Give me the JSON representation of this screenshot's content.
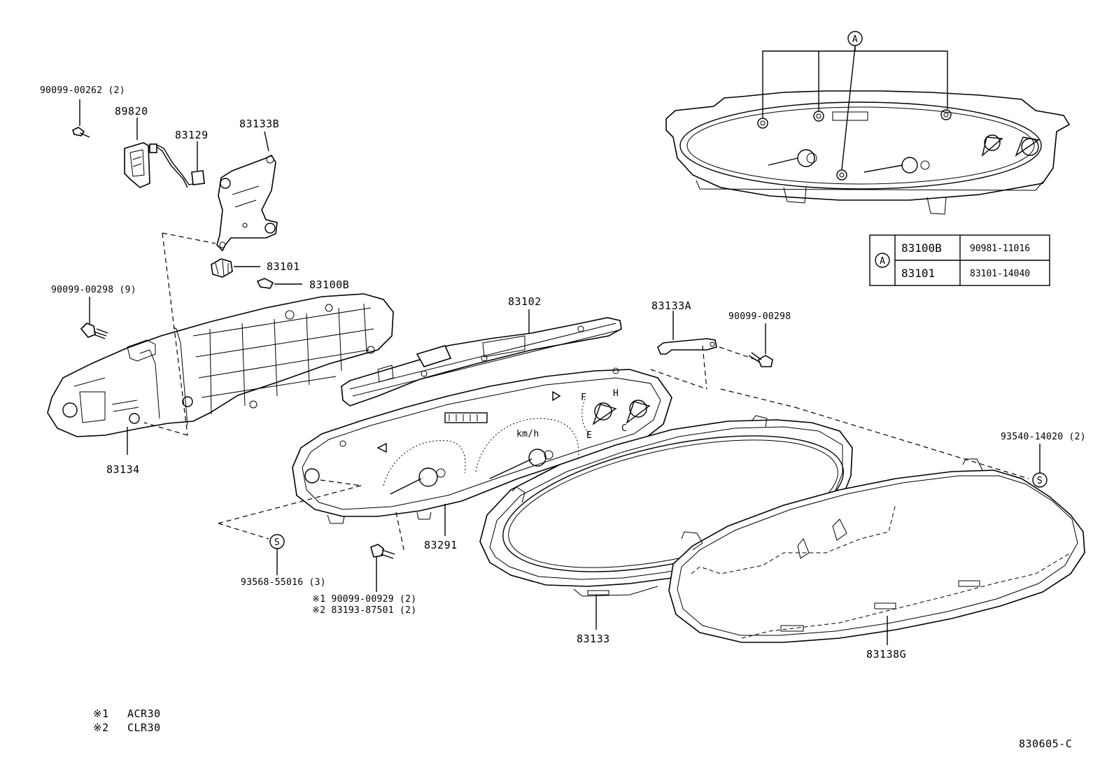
{
  "diagram": {
    "labels": {
      "p90099_00262": "90099-00262 (2)",
      "p89820": "89820",
      "p83129": "83129",
      "p83133B": "83133B",
      "p83101": "83101",
      "p83100B": "83100B",
      "p90099_00298_9": "90099-00298 (9)",
      "p83134": "83134",
      "p83102": "83102",
      "p83133A": "83133A",
      "p90099_00298": "90099-00298",
      "p83291": "83291",
      "p93568_55016": "93568-55016 (3)",
      "p90099_00929": "※1 90099-00929 (2)",
      "p83193_87501": "※2 83193-87501 (2)",
      "p83133": "83133",
      "p83138G": "83138G",
      "p93540_14020": "93540-14020 (2)"
    },
    "markers": {
      "a": "A",
      "s": "S"
    },
    "gauge_text": {
      "kmh": "km/h",
      "f": "F",
      "e": "E",
      "h": "H",
      "c": "C"
    },
    "table": {
      "marker": "A",
      "rows": [
        {
          "part": "83100B",
          "number": "90981-11016"
        },
        {
          "part": "83101",
          "number": "83101-14040"
        }
      ]
    },
    "notes": [
      {
        "mark": "※1",
        "model": "ACR30"
      },
      {
        "mark": "※2",
        "model": "CLR30"
      }
    ],
    "code": "830605-C"
  }
}
